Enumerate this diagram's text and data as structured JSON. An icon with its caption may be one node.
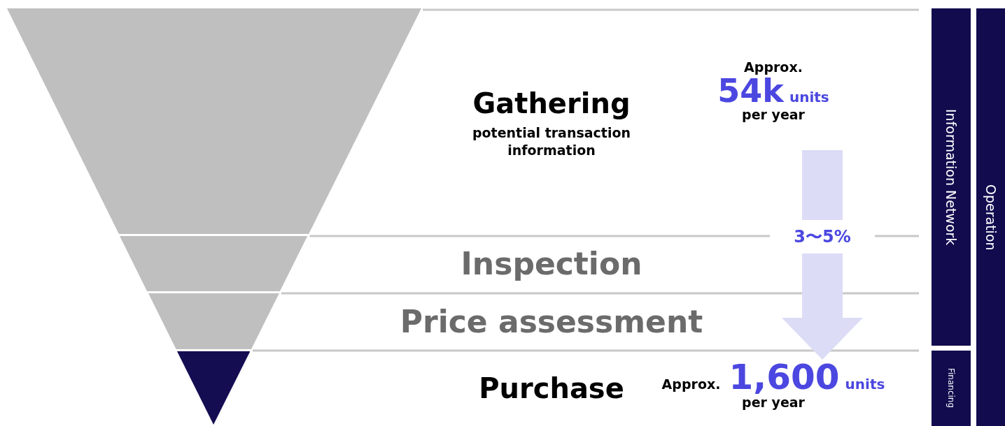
{
  "diagram": {
    "nodes": [
      {
        "text": [],
        "shape": "trapezoid",
        "beside": [
          "Gathering",
          "potential transaction information"
        ]
      },
      {
        "text": [],
        "shape": "trapezoid"
      },
      {
        "text": [],
        "shape": "trapezoid"
      },
      {
        "text": [],
        "shape": "triangle"
      },
      {
        "text": [
          "Approx.",
          "54k",
          "units",
          "per year"
        ]
      },
      {
        "text": [
          "Approx.",
          "1,600",
          "units",
          "per year"
        ]
      },
      {
        "text": [
          "Information Network"
        ]
      },
      {
        "text": [
          "Operation"
        ]
      },
      {
        "text": [
          "Financing"
        ]
      }
    ],
    "edges": [
      {
        "from": 4,
        "to": 5,
        "arrow": "to",
        "label": "3〜5%"
      }
    ],
    "labels": [
      "Inspection",
      "Price assessment",
      "Purchase"
    ]
  }
}
